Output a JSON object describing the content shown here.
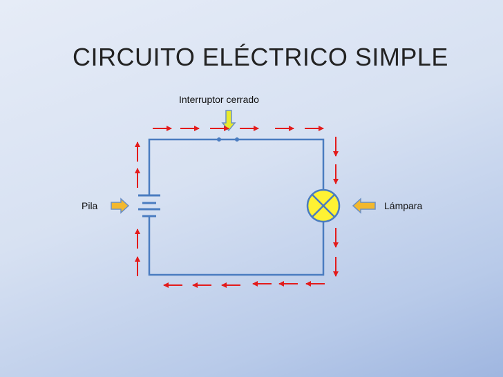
{
  "title": "CIRCUITO ELÉCTRICO SIMPLE",
  "labels": {
    "switch": "Interruptor cerrado",
    "battery": "Pila",
    "lamp": "Lámpara"
  },
  "colors": {
    "wire": "#4a7cc0",
    "current_arrow": "#e31b1b",
    "pointer_battery": "#f2b82e",
    "pointer_switch": "#e8ea2c",
    "lamp_fill": "#fff233"
  },
  "icons": [
    "battery-icon",
    "lamp-icon",
    "switch-icon",
    "arrow-icon"
  ]
}
